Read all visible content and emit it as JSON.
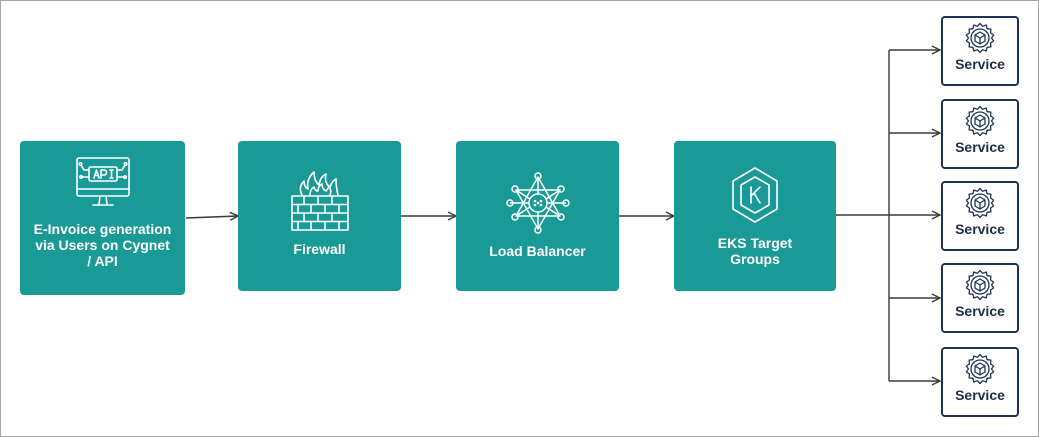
{
  "colors": {
    "teal": "#1a9a97",
    "navy": "#1c3557",
    "arrow": "#3a3a3a"
  },
  "nodes": [
    {
      "id": "client",
      "label": "E-Invoice generation via Users on Cygnet / API",
      "icon": "api-monitor-icon"
    },
    {
      "id": "firewall",
      "label": "Firewall",
      "icon": "firewall-icon"
    },
    {
      "id": "lb",
      "label": "Load Balancer",
      "icon": "load-balancer-icon"
    },
    {
      "id": "eks",
      "label": "EKS Target Groups",
      "icon": "kubernetes-icon"
    }
  ],
  "services": [
    {
      "label": "Service",
      "icon": "gear-cube-icon"
    },
    {
      "label": "Service",
      "icon": "gear-cube-icon"
    },
    {
      "label": "Service",
      "icon": "gear-cube-icon"
    },
    {
      "label": "Service",
      "icon": "gear-cube-icon"
    },
    {
      "label": "Service",
      "icon": "gear-cube-icon"
    }
  ]
}
